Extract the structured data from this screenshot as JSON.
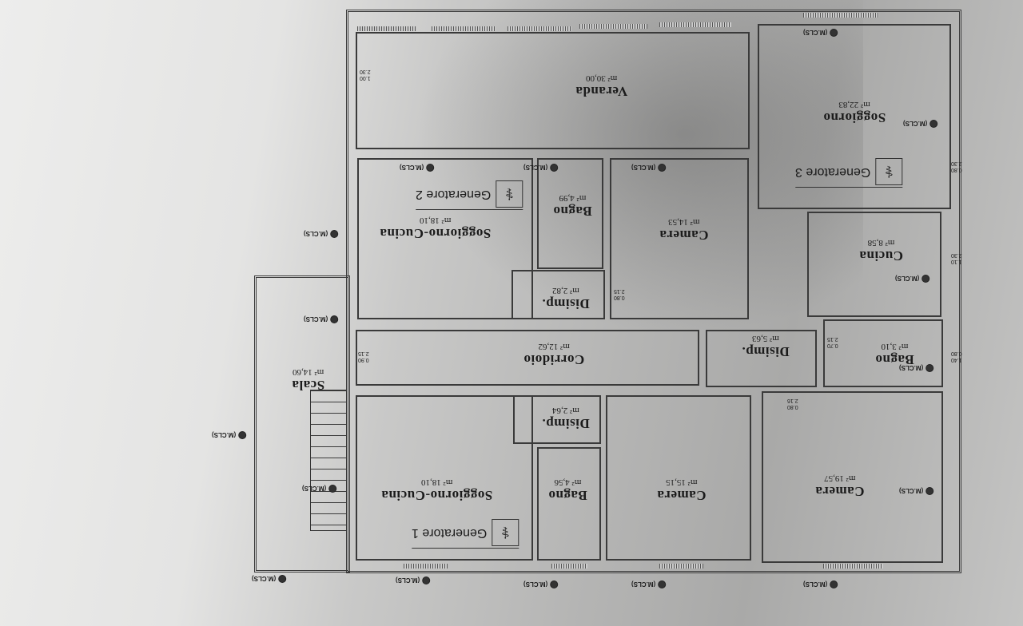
{
  "plan": {
    "marker_label": "(M.CLS)",
    "generators": [
      "Generatore 1",
      "Generatore 2",
      "Generatore 3"
    ],
    "rooms": [
      {
        "name": "Veranda",
        "area": "m² 30,00"
      },
      {
        "name": "Soggiorno",
        "area": "m² 22,83"
      },
      {
        "name": "Soggiorno-Cucina",
        "area": "m² 18,10"
      },
      {
        "name": "Bagno",
        "area": "m² 4,99"
      },
      {
        "name": "Camera",
        "area": "m² 14,53"
      },
      {
        "name": "Disimp.",
        "area": "m² 2,82"
      },
      {
        "name": "Cucina",
        "area": "m² 8,58"
      },
      {
        "name": "Corridoio",
        "area": "m² 12,62"
      },
      {
        "name": "Disimp.",
        "area": "m² 5,63"
      },
      {
        "name": "Bagno",
        "area": "m² 3,10"
      },
      {
        "name": "Scala",
        "area": "m² 14,60"
      },
      {
        "name": "Soggiorno-Cucina",
        "area": "m² 18,10"
      },
      {
        "name": "Disimp.",
        "area": "m² 2,64"
      },
      {
        "name": "Bagno",
        "area": "m² 4,56"
      },
      {
        "name": "Camera",
        "area": "m² 15,15"
      },
      {
        "name": "Camera",
        "area": "m² 19,57"
      }
    ],
    "dims": [
      "1.00\n2.30",
      "0.80\n2.15",
      "0.70\n2.15",
      "0.80\n2.16",
      "0.90\n2.15",
      "1.10\n2.30",
      "0.80\n2.30",
      "1.40\n0.80"
    ]
  }
}
